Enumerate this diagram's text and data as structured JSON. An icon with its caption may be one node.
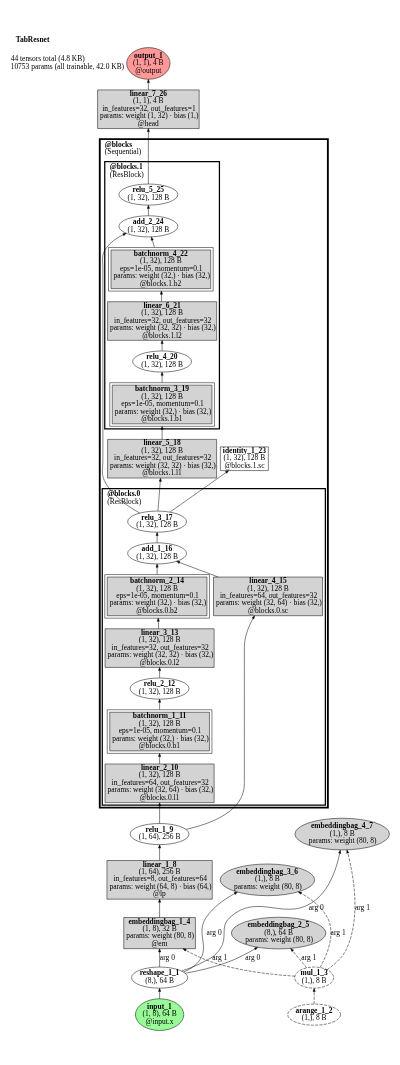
{
  "diagram": {
    "title": "TabResnet",
    "labels": [
      "44 tensors total (4.8 KB)",
      "10753 params (all trainable, 42.0 KB)"
    ],
    "nodes": [
      {
        "text": [
          "output_1",
          "(1, 1), 4 B",
          "@output"
        ]
      },
      {
        "text": [
          "linear_7_26",
          "(1, 1), 4 B",
          "in_features=32, out_features=1",
          "params: weight (1, 32) · bias (1,)",
          "@head"
        ]
      },
      {
        "text": [
          "@blocks",
          "(Sequential)"
        ]
      },
      {
        "text": [
          "@blocks.1",
          "(ResBlock)"
        ],
        "in": 2
      },
      {
        "text": [
          "relu_5_25",
          "(1, 32), 128 B"
        ],
        "in": 3
      },
      {
        "text": [
          "add_2_24",
          "(1, 32), 128 B"
        ],
        "in": 3
      },
      {
        "text": [
          "batchnorm_4_22",
          "(1, 32), 128 B",
          "eps=1e-05, momentum=0.1",
          "params: weight (32,) · bias (32,)",
          "@blocks.1.b2"
        ],
        "in": 3
      },
      {
        "text": [
          "linear_6_21",
          "(1, 32), 128 B",
          "in_features=32, out_features=32",
          "params: weight (32, 32) · bias (32,)",
          "@blocks.1.l2"
        ],
        "in": 3
      },
      {
        "text": [
          "relu_4_20",
          "(1, 32), 128 B"
        ],
        "in": 3
      },
      {
        "text": [
          "batchnorm_3_19",
          "(1, 32), 128 B",
          "eps=1e-05, momentum=0.1",
          "params: weight (32,) · bias (32,)",
          "@blocks.1.b1"
        ],
        "in": 3
      },
      {
        "text": [
          "linear_5_18",
          "(1, 32), 128 B",
          "in_features=32, out_features=32",
          "params: weight (32, 32) · bias (32,)",
          "@blocks.1.l1"
        ],
        "in": 2
      },
      {
        "text": [
          "identity_1_23",
          "(1, 32), 128 B",
          "@blocks.1.sc"
        ],
        "in": 2
      },
      {
        "text": [
          "@blocks.0",
          "(ResBlock)"
        ],
        "in": 2
      },
      {
        "text": [
          "relu_3_17",
          "(1, 32), 128 B"
        ],
        "in": 12
      },
      {
        "text": [
          "add_1_16",
          "(1, 32), 128 B"
        ],
        "in": 12
      },
      {
        "text": [
          "batchnorm_2_14",
          "(1, 32), 128 B",
          "eps=1e-05, momentum=0.1",
          "params: weight (32,) · bias (32,)",
          "@blocks.0.b2"
        ],
        "in": 12
      },
      {
        "text": [
          "linear_4_15",
          "(1, 32), 128 B",
          "in_features=64, out_features=32",
          "params: weight (32, 64) · bias (32,)",
          "@blocks.0.sc"
        ],
        "in": 12
      },
      {
        "text": [
          "linear_3_13",
          "(1, 32), 128 B",
          "in_features=32, out_features=32",
          "params: weight (32, 32) · bias (32,)",
          "@blocks.0.l2"
        ],
        "in": 12
      },
      {
        "text": [
          "relu_2_12",
          "(1, 32), 128 B"
        ],
        "in": 12
      },
      {
        "text": [
          "batchnorm_1_11",
          "(1, 32), 128 B",
          "eps=1e-05, momentum=0.1",
          "params: weight (32,) · bias (32,)",
          "@blocks.0.b1"
        ],
        "in": 12
      },
      {
        "text": [
          "linear_2_10",
          "(1, 32), 128 B",
          "in_features=64, out_features=32",
          "params: weight (32, 64) · bias (32,)",
          "@blocks.0.l1"
        ],
        "in": 12
      },
      {
        "text": [
          "relu_1_9",
          "(1, 64), 256 B"
        ]
      },
      {
        "text": [
          "linear_1_8",
          "(1, 64), 256 B",
          "in_features=8, out_features=64",
          "params: weight (64, 8) · bias (64,)",
          "@lp"
        ]
      },
      {
        "text": [
          "embeddingbag_1_4",
          "(1, 8), 32 B",
          "params: weight (80, 8)",
          "@em"
        ]
      },
      {
        "text": [
          "embeddingbag_2_5",
          "(8,), 64 B",
          "params: weight (80, 8)"
        ]
      },
      {
        "text": [
          "embeddingbag_3_6",
          "(1,), 8 B",
          "params: weight (80, 8)"
        ]
      },
      {
        "text": [
          "embeddingbag_4_7",
          "(1,), 8 B",
          "params: weight (80, 8)"
        ]
      },
      {
        "text": [
          "reshape_1_1",
          "(8,), 64 B"
        ]
      },
      {
        "text": [
          "mul_1_3",
          "(1,), 8 B"
        ]
      },
      {
        "text": [
          "input_1",
          "(1, 8), 64 B",
          "@input.x"
        ]
      },
      {
        "text": [
          "arange_1_2",
          "(1,), 8 B"
        ]
      }
    ],
    "edges": [
      {
        "from": 29,
        "to": 27,
        "arrow": "to"
      },
      {
        "from": 30,
        "to": 28,
        "arrow": "to",
        "style": "dashed"
      },
      {
        "from": 27,
        "to": 23,
        "arrow": "to",
        "label": "arg 0"
      },
      {
        "from": 28,
        "to": 23,
        "arrow": "to",
        "label": "arg 1",
        "style": "dashed"
      },
      {
        "from": 27,
        "to": 24,
        "arrow": "to",
        "label": "arg 0"
      },
      {
        "from": 28,
        "to": 24,
        "arrow": "to",
        "label": "arg 1",
        "style": "dashed"
      },
      {
        "from": 27,
        "to": 25,
        "arrow": "to",
        "label": "arg 0"
      },
      {
        "from": 28,
        "to": 25,
        "arrow": "to",
        "label": "arg 1",
        "style": "dashed"
      },
      {
        "from": 27,
        "to": 26,
        "arrow": "to",
        "label": "arg 0"
      },
      {
        "from": 28,
        "to": 26,
        "arrow": "to",
        "label": "arg 1",
        "style": "dashed"
      },
      {
        "from": 23,
        "to": 22,
        "arrow": "to"
      },
      {
        "from": 22,
        "to": 21,
        "arrow": "to"
      },
      {
        "from": 21,
        "to": 20,
        "arrow": "to"
      },
      {
        "from": 21,
        "to": 16,
        "arrow": "to"
      },
      {
        "from": 20,
        "to": 19,
        "arrow": "to"
      },
      {
        "from": 19,
        "to": 18,
        "arrow": "to"
      },
      {
        "from": 18,
        "to": 17,
        "arrow": "to"
      },
      {
        "from": 17,
        "to": 15,
        "arrow": "to"
      },
      {
        "from": 15,
        "to": 14,
        "arrow": "to"
      },
      {
        "from": 16,
        "to": 14,
        "arrow": "to"
      },
      {
        "from": 14,
        "to": 13,
        "arrow": "to"
      },
      {
        "from": 13,
        "to": 10,
        "arrow": "to"
      },
      {
        "from": 13,
        "to": 11,
        "arrow": "to"
      },
      {
        "from": 13,
        "to": 5,
        "arrow": "to"
      },
      {
        "from": 10,
        "to": 9,
        "arrow": "to"
      },
      {
        "from": 9,
        "to": 8,
        "arrow": "to"
      },
      {
        "from": 8,
        "to": 7,
        "arrow": "to"
      },
      {
        "from": 7,
        "to": 6,
        "arrow": "to"
      },
      {
        "from": 6,
        "to": 5,
        "arrow": "to"
      },
      {
        "from": 5,
        "to": 4,
        "arrow": "to"
      },
      {
        "from": 4,
        "to": 1,
        "arrow": "to"
      },
      {
        "from": 1,
        "to": 0,
        "arrow": "to"
      }
    ]
  }
}
